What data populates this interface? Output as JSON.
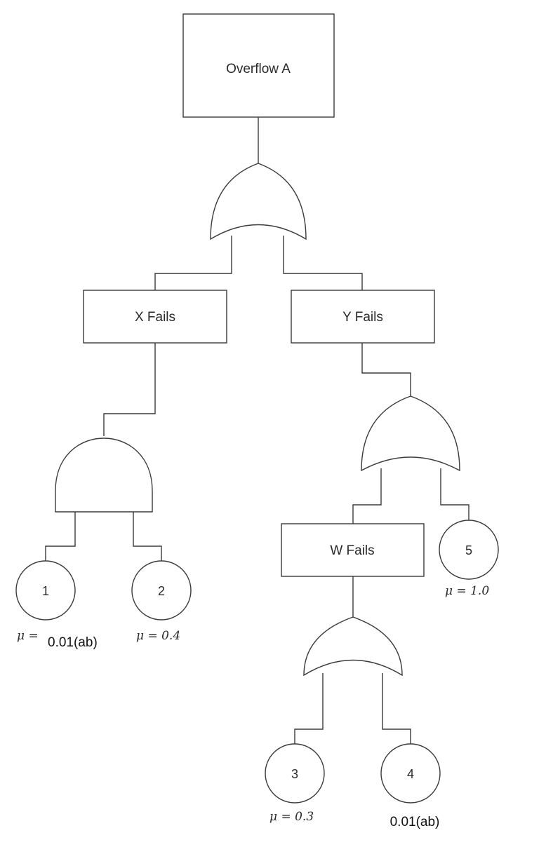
{
  "events": {
    "top": "Overflow A",
    "x": "X Fails",
    "y": "Y Fails",
    "w": "W Fails"
  },
  "basic_events": {
    "e1": {
      "id": "1",
      "mu_symbol": "μ =",
      "value": "0.01(ab)"
    },
    "e2": {
      "id": "2",
      "mu_label": "μ = 0.4"
    },
    "e3": {
      "id": "3",
      "mu_label": "μ = 0.3"
    },
    "e4": {
      "id": "4",
      "value": "0.01(ab)"
    },
    "e5": {
      "id": "5",
      "mu_label": "μ = 1.0"
    }
  },
  "gates": {
    "top_gate": "or",
    "x_gate": "and",
    "y_gate": "or",
    "w_gate": "or"
  }
}
